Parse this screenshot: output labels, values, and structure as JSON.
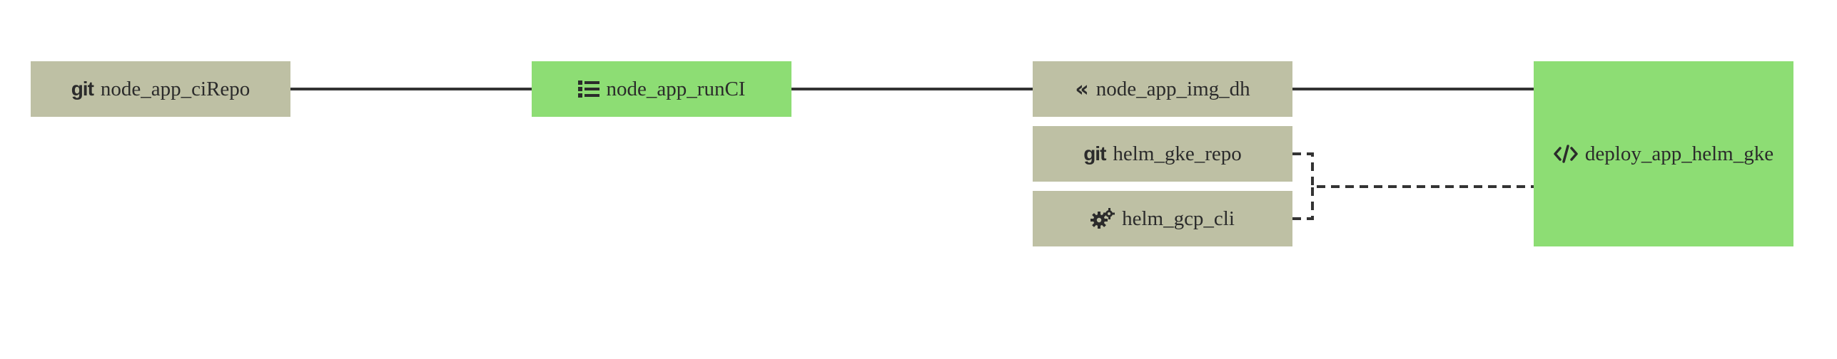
{
  "colors": {
    "resource": "#bec0a4",
    "job": "#8ddd74",
    "edge": "#333333",
    "text": "#2b2b2b"
  },
  "nodes": [
    {
      "id": "n1",
      "label": "node_app_ciRepo",
      "icon": "git-icon",
      "kind": "resource"
    },
    {
      "id": "n2",
      "label": "node_app_runCI",
      "icon": "list-icon",
      "kind": "job"
    },
    {
      "id": "n3",
      "label": "node_app_img_dh",
      "icon": "double-chevron-left-icon",
      "kind": "resource"
    },
    {
      "id": "n4",
      "label": "helm_gke_repo",
      "icon": "git-icon",
      "kind": "resource"
    },
    {
      "id": "n5",
      "label": "helm_gcp_cli",
      "icon": "gears-icon",
      "kind": "resource"
    },
    {
      "id": "n6",
      "label": "deploy_app_helm_gke",
      "icon": "code-icon",
      "kind": "job"
    }
  ],
  "edges": [
    {
      "from": "n1",
      "to": "n2",
      "style": "solid"
    },
    {
      "from": "n2",
      "to": "n3",
      "style": "solid"
    },
    {
      "from": "n3",
      "to": "n6",
      "style": "solid"
    },
    {
      "from": "n4",
      "to": "n6",
      "style": "dashed"
    },
    {
      "from": "n5",
      "to": "n6",
      "style": "dashed"
    }
  ]
}
